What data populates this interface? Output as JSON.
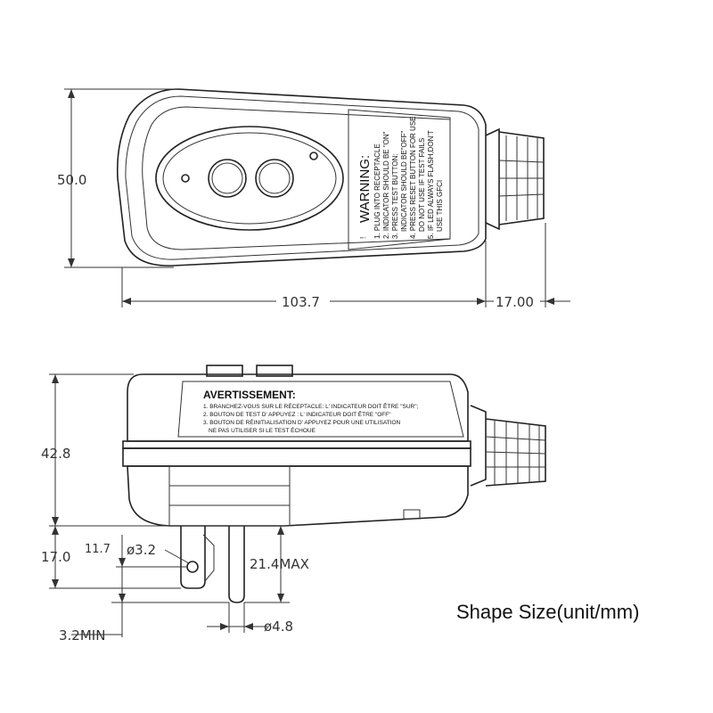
{
  "top_view": {
    "dimensions": {
      "height": "50.0",
      "length": "103.7",
      "cord": "17.00"
    },
    "warning_label": {
      "title": "WARNING:",
      "mark": "!",
      "lines": [
        "1. PLUG INTO RECEPTACLE",
        "2. INDICATOR SHOULD BE \"ON\"",
        "3. PRESS TEST BUTTON:",
        "INDICATOR SHOULD BE\"OFF\"",
        "4. PRESS RESET BUTTON FOR USE",
        "DO NOT USE IF TEST FAILS",
        "5. IF LED ALWAYS FLASH,DON'T",
        "USE THIS GFCI"
      ]
    }
  },
  "side_view": {
    "dimensions": {
      "height": "42.8",
      "plug_height": "17.0",
      "prong_offset": "11.7",
      "hole_diameter": "ø3.2",
      "prong_max": "21.4MAX",
      "prong_min": "3.2MIN",
      "prong_diameter": "ø4.8"
    },
    "avertissement_label": {
      "title": "AVERTISSEMENT:",
      "lines": [
        "1. BRANCHEZ-VOUS SUR LE RÉCEPTACLE: L'  INDICATEUR DOIT ÊTRE \"SUR\";",
        "2. BOUTON DE TEST D'  APPUYEZ : L'  INDICATEUR DOIT ÊTRE \"OFF\"",
        "3. BOUTON DE RÉINITIALISATION D'  APPUYEZ POUR UNE UTILISATION",
        "NE PAS UTILISER SI LE TEST ÉCHOUE"
      ]
    }
  },
  "caption": "Shape Size(unit/mm)"
}
